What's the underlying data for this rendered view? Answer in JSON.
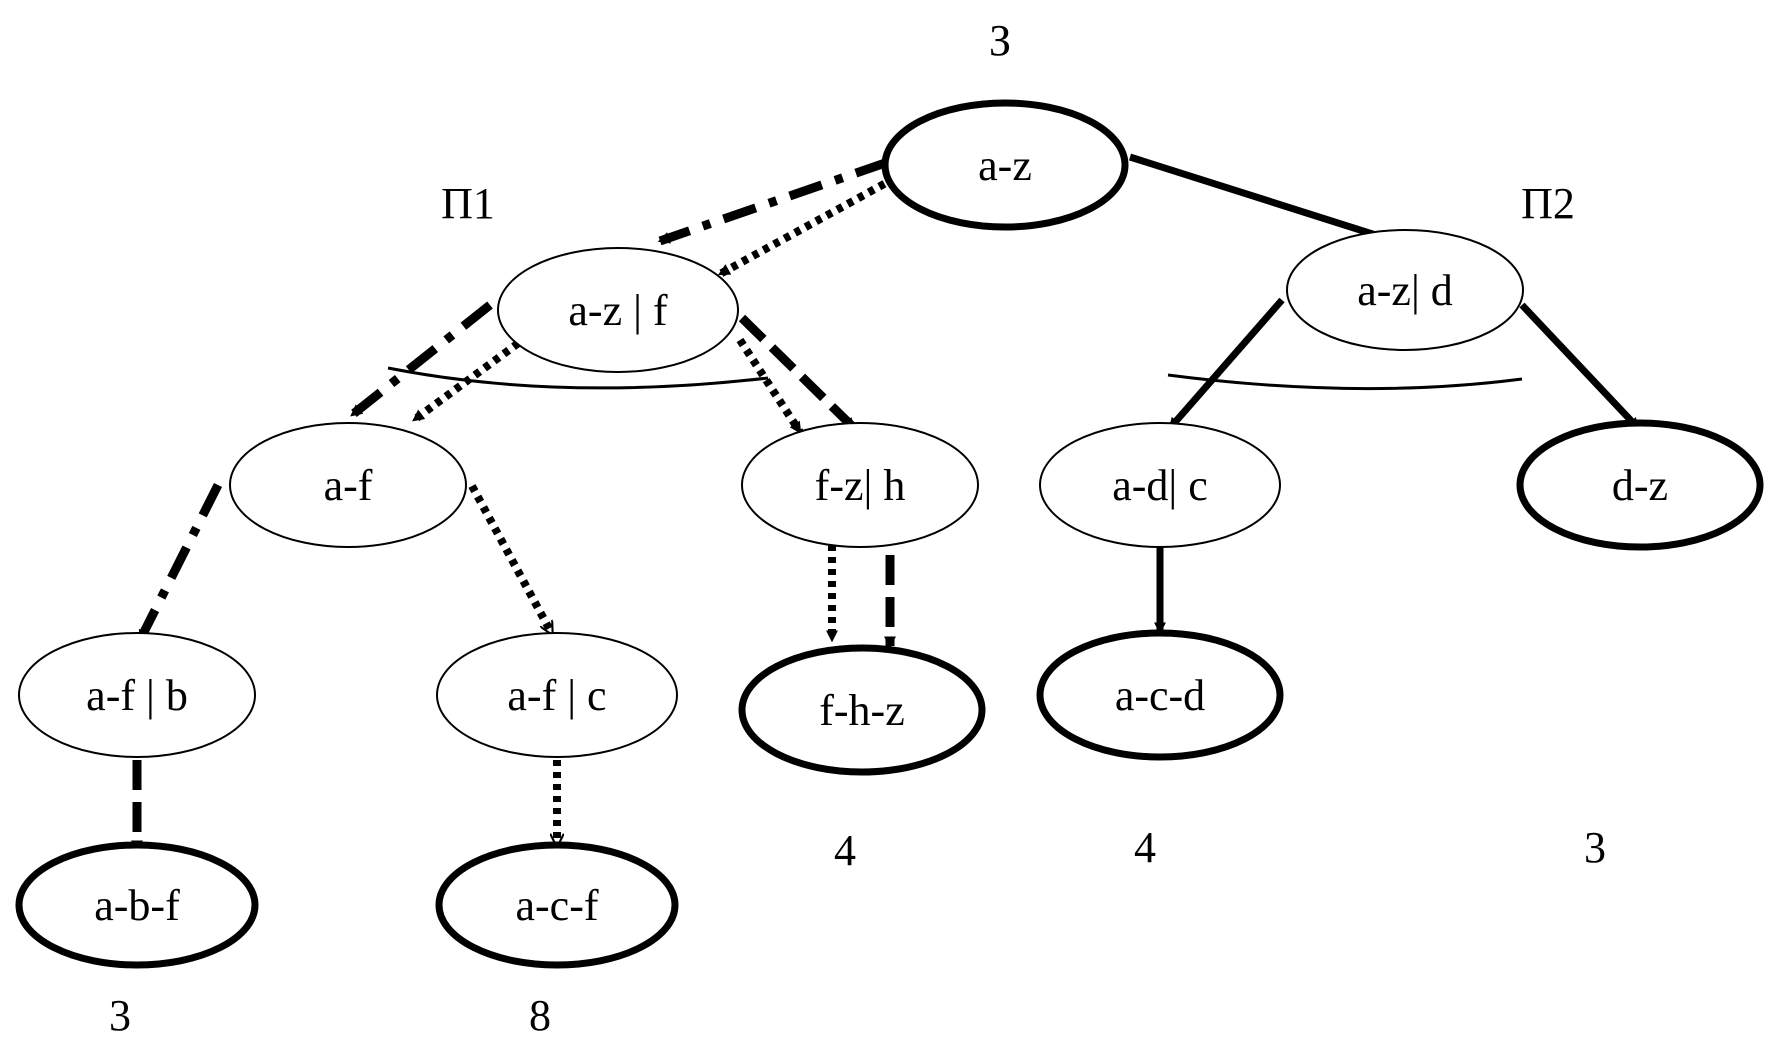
{
  "header": {
    "root_label": "З",
    "branch_left": "П1",
    "branch_right": "П2"
  },
  "nodes": {
    "root": "a-z",
    "azf": "a-z | f",
    "azd": "a-z| d",
    "af": "a-f",
    "fzh": "f-z| h",
    "adc": "a-d| c",
    "dz": "d-z",
    "afb": "a-f | b",
    "afc": "a-f | c",
    "fhz": "f-h-z",
    "acd": "a-c-d",
    "abf": "a-b-f",
    "acf": "a-c-f"
  },
  "values": {
    "fhz": "4",
    "acd": "4",
    "dz": "3",
    "abf": "3",
    "acf": "8"
  },
  "colors": {
    "ink": "#000000",
    "background": "#ffffff"
  }
}
